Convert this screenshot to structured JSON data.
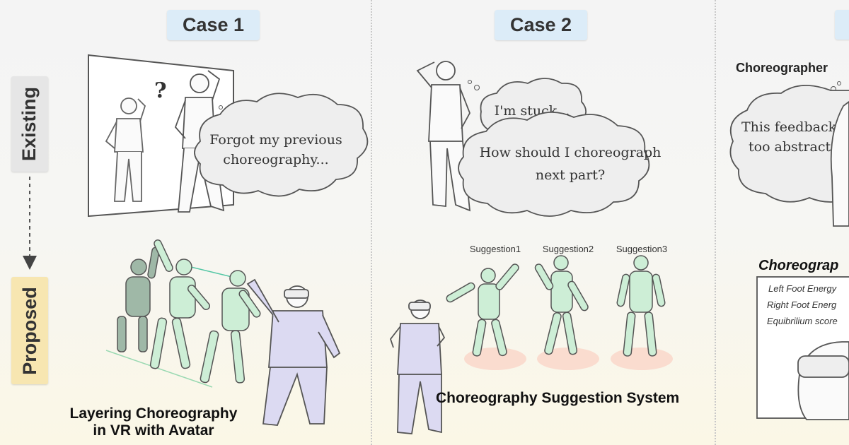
{
  "rows": {
    "existing": "Existing",
    "proposed": "Proposed"
  },
  "cases": [
    {
      "label": "Case 1",
      "thought": [
        "Forgot my previous",
        "choreography..."
      ],
      "caption": [
        "Layering Choreography",
        "in VR with Avatar"
      ]
    },
    {
      "label": "Case 2",
      "thought_small": "I'm stuck...",
      "thought": [
        "How should I choreograph",
        "next part?"
      ],
      "suggestions": [
        "Suggestion1",
        "Suggestion2",
        "Suggestion3"
      ],
      "caption": "Choreography Suggestion System"
    },
    {
      "label": "",
      "speaker": "Choreographer",
      "thought": [
        "This feedback is",
        "too abstract..."
      ],
      "panel_title": "Choreograp",
      "metrics": [
        "Left Foot Energy",
        "Right Foot Energ",
        "Equibrilium score"
      ]
    }
  ],
  "colors": {
    "case_bg": "#dcecf8",
    "existing_bg": "#e6e6e6",
    "proposed_bg": "#f7e6b1",
    "avatar": "#cdeed6"
  }
}
